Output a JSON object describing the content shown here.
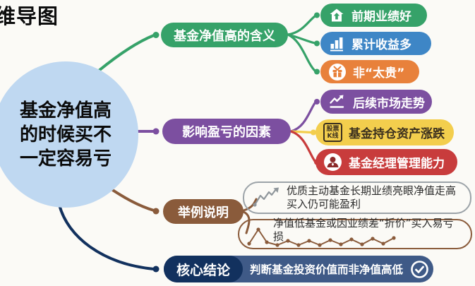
{
  "title": "维导图",
  "center": {
    "lines": [
      "基金净值高",
      "的时候买不",
      "一定容易亏"
    ]
  },
  "colors": {
    "background": "#FBFAF6",
    "circle_fill": "#BFD8F1",
    "green": "#36A269",
    "blue": "#3E86C6",
    "orange": "#E8813B",
    "purple": "#7C4FA0",
    "yellow": "#F3CE4D",
    "red": "#C83C3C",
    "brown": "#8A5B3B",
    "navy": "#12315E",
    "navy_light": "#3F5A87",
    "gray_border": "#9CA3A8"
  },
  "branches": [
    {
      "label": "基金净值高的含义",
      "color": "#36A269",
      "children": [
        {
          "label": "前期业绩好",
          "icon": "house-up-icon",
          "color": "#36A269"
        },
        {
          "label": "累计收益多",
          "icon": "bar-chart-icon",
          "color": "#3E86C6"
        },
        {
          "label": "非“太贵”",
          "icon": "gift-icon",
          "color": "#E8813B"
        }
      ]
    },
    {
      "label": "影响盈亏的因素",
      "color": "#7C4FA0",
      "children": [
        {
          "label": "后续市场走势",
          "icon": "trend-up-icon",
          "color": "#7C4FA0"
        },
        {
          "label": "基金持仓资产涨跌",
          "icon": "kline-icon",
          "icon_text": [
            "股票",
            "K线"
          ],
          "color": "#F3CE4D"
        },
        {
          "label": "基金经理管理能力",
          "icon": "person-icon",
          "color": "#C83C3C"
        }
      ]
    },
    {
      "label": "举例说明",
      "color": "#8A5B3B",
      "children": [
        {
          "label": "优质主动基金长期业绩亮眼净值走高买入仍可能盈利",
          "icon": "zigzag-up-arrow-icon"
        },
        {
          "label": "净值低基金或因业绩差“折价”买入易亏损",
          "icon": "zigzag-dots-icon"
        }
      ]
    },
    {
      "label": "核心结论",
      "color": "#12315E",
      "conclusion": "判断基金投资价值而非净值高低",
      "icon": "check-circle-icon"
    }
  ]
}
